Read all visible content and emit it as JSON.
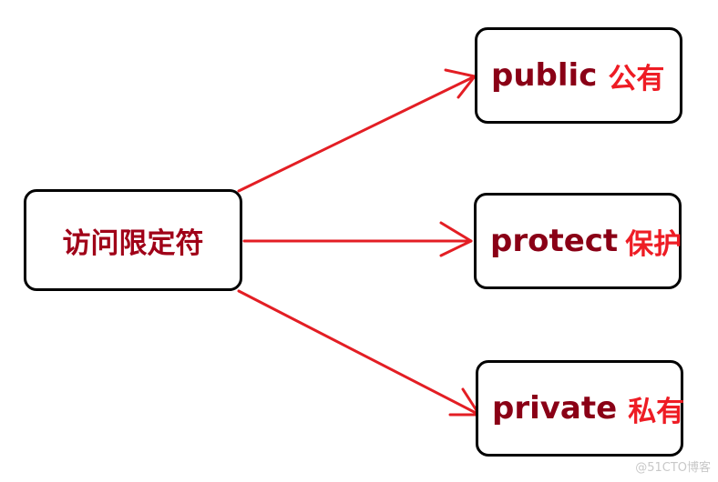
{
  "diagram": {
    "source": {
      "label": "访问限定符"
    },
    "targets": [
      {
        "keyword": "public",
        "meaning": "公有"
      },
      {
        "keyword": "protect",
        "meaning": "保护"
      },
      {
        "keyword": "private",
        "meaning": "私有"
      }
    ],
    "colors": {
      "arrow": "#e31e24",
      "keyword": "#8a0016",
      "meaning": "#ee1c24",
      "source_text": "#a00018",
      "border": "#000000"
    }
  },
  "watermark": "@51CTO博客"
}
